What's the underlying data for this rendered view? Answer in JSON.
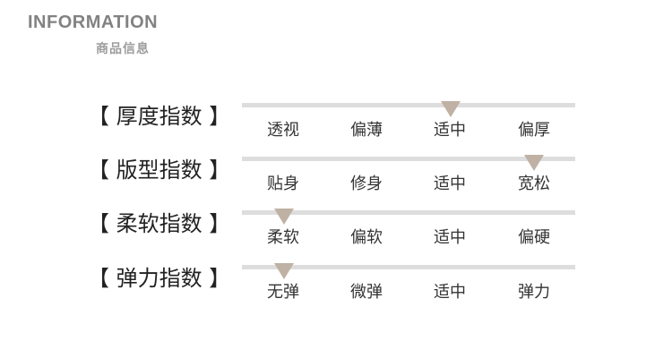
{
  "header": {
    "title_en": "INFORMATION",
    "title_cn": "商品信息"
  },
  "ratings": [
    {
      "label": "【 厚度指数 】",
      "options": [
        "透视",
        "偏薄",
        "适中",
        "偏厚"
      ],
      "marker_position": 0.625
    },
    {
      "label": "【 版型指数 】",
      "options": [
        "贴身",
        "修身",
        "适中",
        "宽松"
      ],
      "marker_position": 0.875
    },
    {
      "label": "【 柔软指数 】",
      "options": [
        "柔软",
        "偏软",
        "适中",
        "偏硬"
      ],
      "marker_position": 0.125
    },
    {
      "label": "【 弹力指数 】",
      "options": [
        "无弹",
        "微弹",
        "适中",
        "弹力"
      ],
      "marker_position": 0.125
    }
  ],
  "colors": {
    "track": "#dddddd",
    "marker": "#bfb1a4",
    "header": "#828282"
  }
}
